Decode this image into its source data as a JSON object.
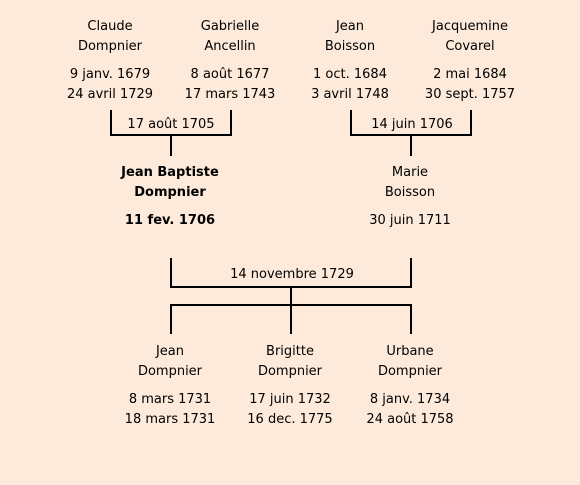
{
  "grandparents_left": {
    "father": {
      "first": "Claude",
      "last": "Dompnier",
      "birth": "9 janv. 1679",
      "death": "24 avril 1729"
    },
    "mother": {
      "first": "Gabrielle",
      "last": "Ancellin",
      "birth": "8 août 1677",
      "death": "17 mars 1743"
    },
    "marriage": "17 août 1705"
  },
  "grandparents_right": {
    "father": {
      "first": "Jean",
      "last": "Boisson",
      "birth": "1 oct. 1684",
      "death": "3 avril 1748"
    },
    "mother": {
      "first": "Jacquemine",
      "last": "Covarel",
      "birth": "2 mai 1684",
      "death": "30 sept. 1757"
    },
    "marriage": "14 juin 1706"
  },
  "parents": {
    "father": {
      "first": "Jean Baptiste",
      "last": "Dompnier",
      "birth": "11 fev. 1706"
    },
    "mother": {
      "first": "Marie",
      "last": "Boisson",
      "birth": "30 juin 1711"
    },
    "marriage": "14 novembre 1729"
  },
  "children": [
    {
      "first": "Jean",
      "last": "Dompnier",
      "birth": "8 mars 1731",
      "death": "18 mars 1731"
    },
    {
      "first": "Brigitte",
      "last": "Dompnier",
      "birth": "17 juin 1732",
      "death": "16 dec. 1775"
    },
    {
      "first": "Urbane",
      "last": "Dompnier",
      "birth": "8 janv. 1734",
      "death": "24 août 1758"
    }
  ]
}
